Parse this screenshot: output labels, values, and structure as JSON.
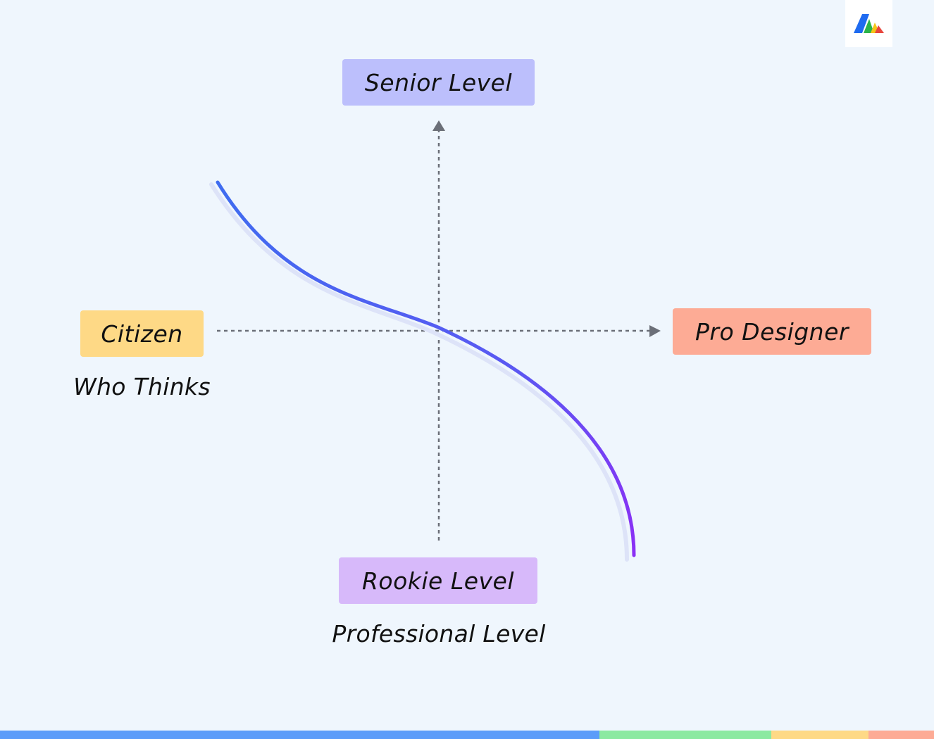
{
  "labels": {
    "senior": "Senior Level",
    "rookie": "Rookie Level",
    "citizen": "Citizen",
    "pro_designer": "Pro Designer",
    "who_thinks": "Who Thinks",
    "professional_level": "Professional Level"
  },
  "colors": {
    "background": "#eff6fd",
    "senior_box": "#bcbffc",
    "rookie_box": "#d7b9fa",
    "citizen_box": "#fed986",
    "pro_designer_box": "#fdab95",
    "axis": "#6b6f78",
    "curve_start": "#3f6cf0",
    "curve_end": "#8b2ff5",
    "curve_shadow": "#dde3f8",
    "bottom_stripes": [
      "#5b9cf9",
      "#8ce9a1",
      "#fed986",
      "#fdab95"
    ]
  },
  "icons": {
    "logo": "brand-logo-icon"
  }
}
